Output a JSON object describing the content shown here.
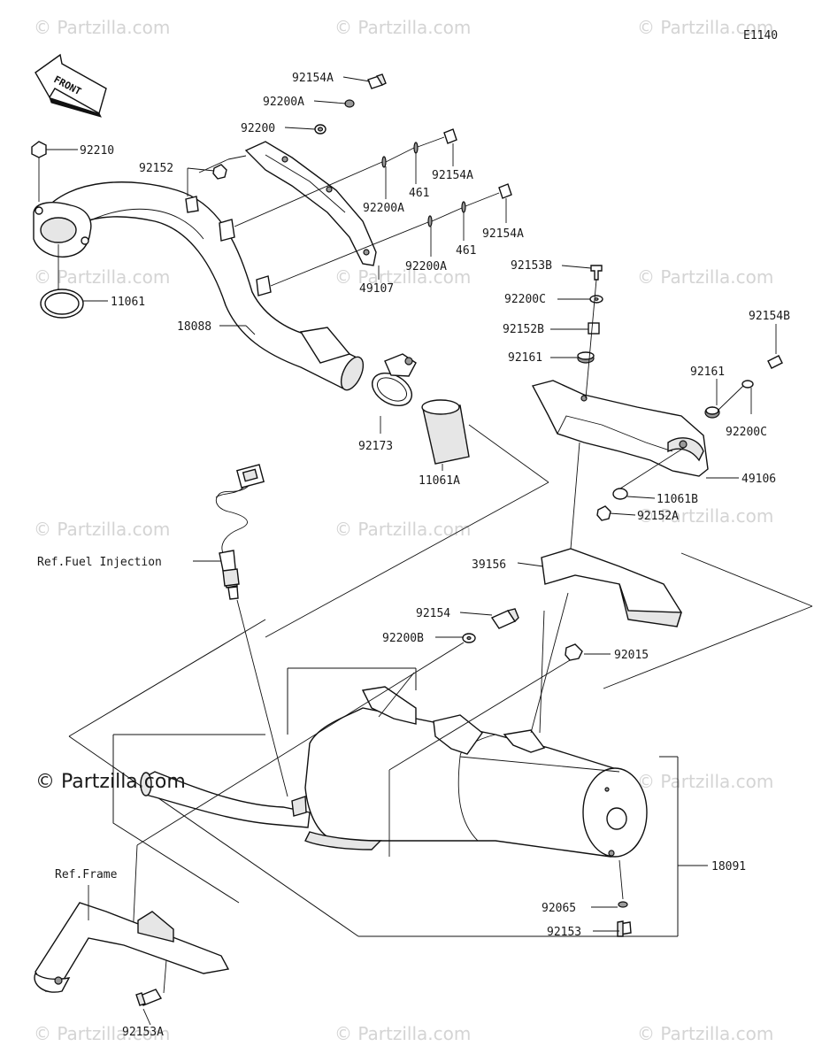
{
  "diagram": {
    "code": "E1140",
    "front_label": "FRONT",
    "watermark": "© Partzilla.com",
    "main_watermark": "© Partzilla.com",
    "ref_fuel": "Ref.Fuel Injection",
    "ref_frame": "Ref.Frame"
  },
  "labels": {
    "p92154A_top": "92154A",
    "p92200A_top": "92200A",
    "p92200_top": "92200",
    "p92210": "92210",
    "p92152": "92152",
    "p92200A_mid1": "92200A",
    "p461_1": "461",
    "p92154A_mid1": "92154A",
    "p92154A_mid2": "92154A",
    "p461_2": "461",
    "p92200A_mid2": "92200A",
    "p11061": "11061",
    "p49107": "49107",
    "p18088": "18088",
    "p92153B": "92153B",
    "p92200C_1": "92200C",
    "p92152B": "92152B",
    "p92161_1": "92161",
    "p92154B": "92154B",
    "p92161_2": "92161",
    "p92200C_2": "92200C",
    "p92173": "92173",
    "p11061A": "11061A",
    "p49106": "49106",
    "p11061B": "11061B",
    "p92152A": "92152A",
    "p39156": "39156",
    "p92154": "92154",
    "p92200B": "92200B",
    "p92015": "92015",
    "p18091": "18091",
    "p92065": "92065",
    "p92153": "92153",
    "p92153A": "92153A"
  }
}
